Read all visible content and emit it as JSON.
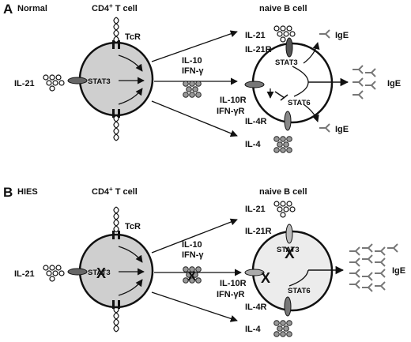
{
  "panel_a": {
    "letter": "A",
    "condition": "Normal",
    "tcell_title_base": "CD4",
    "tcell_title_sup": "+",
    "tcell_title_rest": " T cell",
    "bcell_title": "naive B cell",
    "tcr": "TcR",
    "il21_left": "IL-21",
    "stat3_t": "STAT3",
    "il21_top": "IL-21",
    "il21r": "IL-21R",
    "ige_top": "IgE",
    "il10": "IL-10",
    "ifng": "IFN-γ",
    "stat3_b": "STAT3",
    "il10r": "IL-10R",
    "ifngr": "IFN-γR",
    "stat6": "STAT6",
    "ige_right": "IgE",
    "il4r": "IL-4R",
    "ige_bottom": "IgE",
    "il4": "IL-4"
  },
  "panel_b": {
    "letter": "B",
    "condition": "HIES",
    "tcell_title_base": "CD4",
    "tcell_title_sup": "+",
    "tcell_title_rest": " T cell",
    "bcell_title": "naive B cell",
    "tcr": "TcR",
    "il21_left": "IL-21",
    "stat3_t": "STAT3",
    "il21_top": "IL-21",
    "il21r": "IL-21R",
    "il10": "IL-10",
    "ifng": "IFN-γ",
    "stat3_b": "STAT3",
    "il10r": "IL-10R",
    "ifngr": "IFN-γR",
    "stat6": "STAT6",
    "ige_right": "IgE",
    "il4r": "IL-4R",
    "il4": "IL-4"
  }
}
